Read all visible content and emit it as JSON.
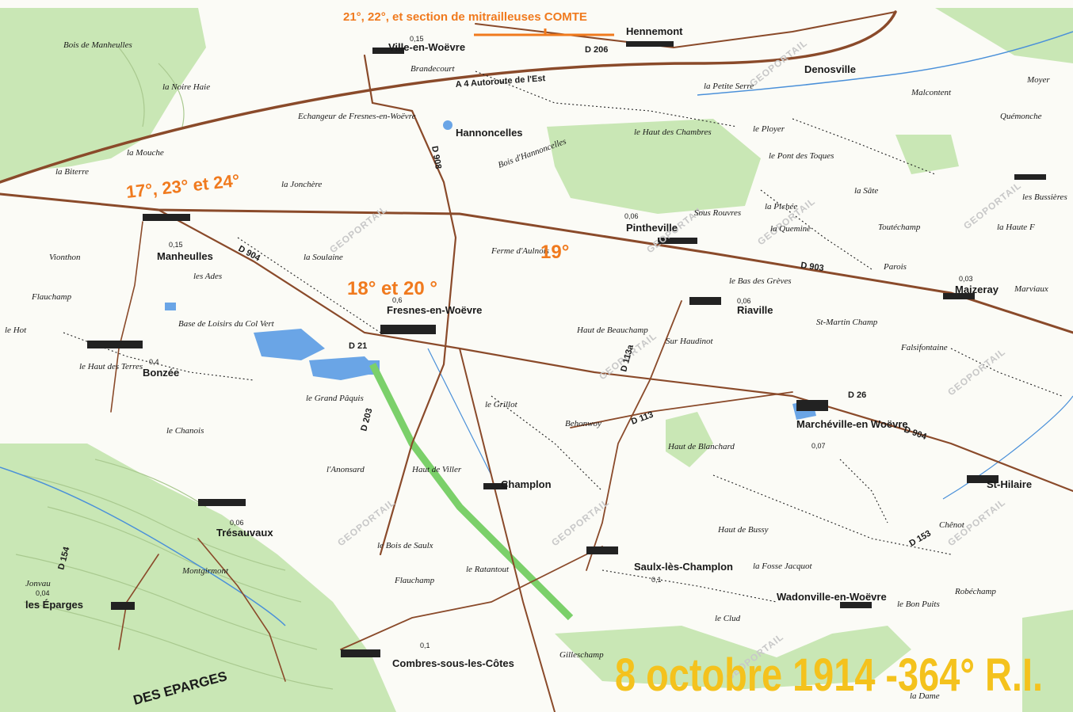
{
  "colors": {
    "annotation": "#f07a1e",
    "title": "#f4c21d",
    "forest": "#c9e7b5",
    "road": "#8a4a2a",
    "water": "#4a90d9"
  },
  "annotations": [
    {
      "key": "a_21",
      "text": "21°, 22°, et section de mitrailleuses COMTE"
    },
    {
      "key": "a_17",
      "text": "17°, 23° et 24°"
    },
    {
      "key": "a_19",
      "text": "19°"
    },
    {
      "key": "a_18",
      "text": "18° et 20 °"
    }
  ],
  "title": "8 octobre 1914 -364° R.I.",
  "places": {
    "ville_en_woevre": "Ville-en-Woëvre",
    "hennemont": "Hennemont",
    "brandecourt": "Brandecourt",
    "autoroute": "A 4  Autoroute de l'Est",
    "hannoncelles": "Hannoncelles",
    "bois_hannoncelles": "Bois d'Hannoncelles",
    "pintheville": "Pintheville",
    "manheulles": "Manheulles",
    "bois_manheulles": "Bois de Manheulles",
    "fresnes": "Fresnes-en-Woëvre",
    "riaville": "Riaville",
    "maizeray": "Maizeray",
    "bonzee": "Bonzée",
    "marcheville": "Marchéville-en Woëvre",
    "champlon": "Champlon",
    "tresauvaux": "Trésauvaux",
    "les_eparges": "les Éparges",
    "saulx": "Saulx-lès-Champlon",
    "wadonville": "Wadonville-en-Woëvre",
    "combres": "Combres-sous-les-Côtes",
    "st_hilaire": "St-Hilaire",
    "denosville": "Denosville",
    "malcontent": "Malcontent",
    "le_ployer": "le Ployer",
    "la_sate": "la Sâte",
    "la_quemine": "la Quemine",
    "toutechamp": "Toutéchamp",
    "parois": "Parois",
    "la_noire_haie": "la Noire Haie",
    "la_mouche": "la Mouche",
    "la_jonchere": "la Jonchère",
    "vionthon": "Vionthon",
    "flauchamp": "Flauchamp",
    "le_grillot": "le Grillot",
    "behonwoy": "Behonwoy",
    "haut_de_blanchard": "Haut de Blanchard",
    "sur_haudinot": "Sur Haudinot",
    "falsifontaine": "Falsifontaine",
    "st_martin_champ": "St-Martin Champ",
    "anonsard": "l'Anonsard",
    "le_chanois": "le Chanois",
    "bois_de_saulx": "le Bois de Saulx",
    "montgirmont": "Montgirmont",
    "la_fosse_jacquot": "la Fosse Jacquot",
    "le_clud": "le Clud",
    "chenot": "Chênot",
    "robechamp": "Robéchamp",
    "le_ratantout": "le Ratantout",
    "la_soulaine": "la Soulaine",
    "ferme_aulnois": "Ferme d'Aulnois",
    "le_bas_des_greves": "le Bas des Grèves",
    "haut_de_beauchamp": "Haut de Beauchamp",
    "le_grand_paquis": "le Grand Pâquis",
    "la_petite_serre": "la Petite Serre",
    "la_haute_f": "la Haute F",
    "les_bussieres": "les Bussières",
    "marviaux": "Marviaux",
    "quemonche": "Quémonche",
    "moyer": "Moyer",
    "le_hot": "le Hot",
    "les_ades": "les Ades",
    "haut_des_terres": "le Haut des Terres",
    "haut_de_bussy": "Haut de Bussy",
    "le_bon_puits": "le Bon Puits",
    "la_biterre": "la Biterre",
    "flauchamp_s": "Flauchamp",
    "haut_de_viller": "Haut de Viller",
    "des_eparges": "DES EPARGES",
    "jonvau": "Jonvau",
    "gilleschamp": "Gilleschamp",
    "la_piche": "la Pichée",
    "sous_rouvres": "Sous Rouvres",
    "le_pont_des_toques": "le Pont des Toques",
    "le_haut_des_chambres": "le Haut des Chambres",
    "echangeur": "Echangeur de Fresnes-en-Woëvre",
    "base_loisirs": "Base de Loisirs du Col Vert",
    "la_dame": "la Dame"
  },
  "roads": {
    "d904": "D 904",
    "d903": "D 903",
    "d206": "D 206",
    "d908": "D 908",
    "d113": "D 113",
    "d203": "D 203",
    "d26": "D 26",
    "d904b": "D 904",
    "d21": "D 21",
    "d113a": "D 113a",
    "d153": "D 153",
    "d154": "D 154"
  },
  "stats": {
    "s_ville": "0,15",
    "s_manheulles": "0,15",
    "s_pintheville": "0,06",
    "s_fresnes": "0,6",
    "s_riaville": "0,06",
    "s_maizeray": "0,03",
    "s_bonzee": "0,4",
    "s_marcheville": "0,07",
    "s_tresauvaux": "0,06",
    "s_eparges": "0,04",
    "s_combres": "0,1",
    "s_saulx": "0,1"
  },
  "watermark": "GEOPORTAIL"
}
